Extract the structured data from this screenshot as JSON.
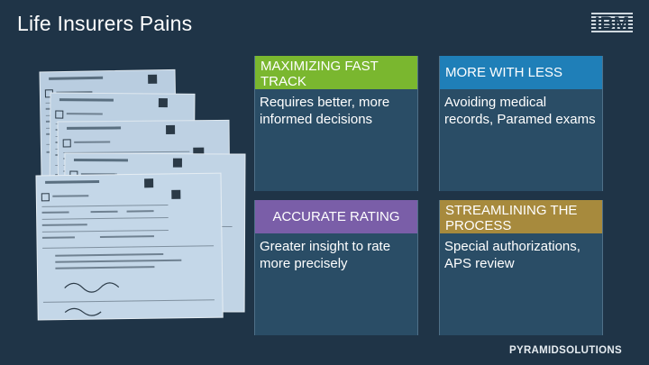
{
  "slide": {
    "title": "Life Insurers Pains"
  },
  "logos": {
    "ibm_text": "IBM",
    "pyramid_text": "PYRAMIDSOLUTIONS"
  },
  "cards": [
    {
      "id": "fast-track",
      "title": "MAXIMIZING FAST TRACK",
      "body": "Requires better, more informed decisions",
      "color": "#7ab72f"
    },
    {
      "id": "more-with-less",
      "title": "MORE WITH LESS",
      "body": "Avoiding medical records, Paramed exams",
      "color": "#1f7fb8"
    },
    {
      "id": "accurate-rating",
      "title": "ACCURATE RATING",
      "body": "Greater insight to rate more precisely",
      "color": "#7a5ea8"
    },
    {
      "id": "streamlining",
      "title": "STREAMLINING THE PROCESS",
      "body": "Special authorizations, APS review",
      "color": "#a78a3d"
    }
  ]
}
